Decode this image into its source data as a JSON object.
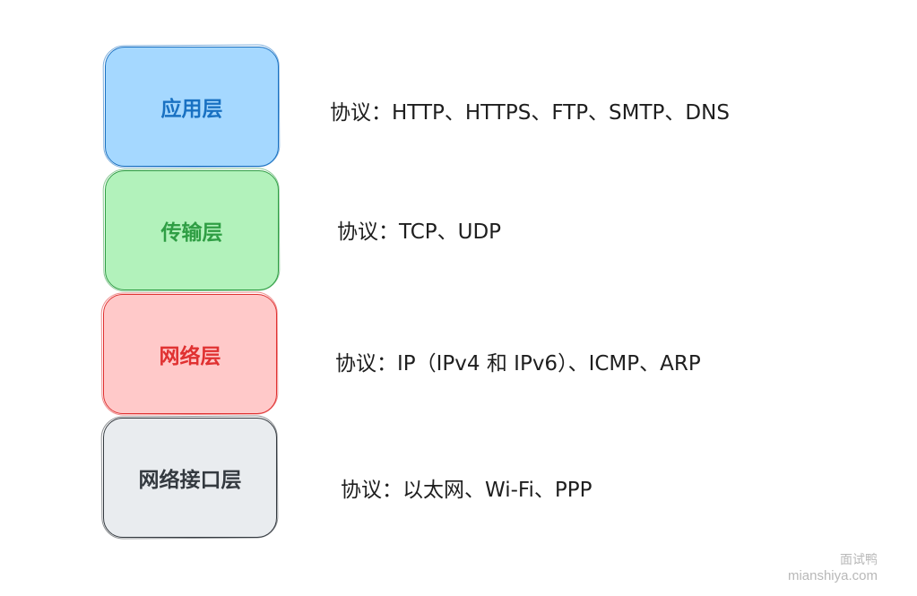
{
  "layers": [
    {
      "id": "app",
      "label": "应用层",
      "protocols": "协议：HTTP、HTTPS、FTP、SMTP、DNS",
      "fill": "#a5d8ff",
      "stroke": "#1971c2"
    },
    {
      "id": "transport",
      "label": "传输层",
      "protocols": "协议：TCP、UDP",
      "fill": "#b2f2bb",
      "stroke": "#2f9e44"
    },
    {
      "id": "network",
      "label": "网络层",
      "protocols": "协议：IP（IPv4 和 IPv6）、ICMP、ARP",
      "fill": "#ffc9c9",
      "stroke": "#e03131"
    },
    {
      "id": "link",
      "label": "网络接口层",
      "protocols": "协议：以太网、Wi-Fi、PPP",
      "fill": "#e9ecef",
      "stroke": "#343a40"
    }
  ],
  "watermark": {
    "cn": "面试鸭",
    "en": "mianshiya.com"
  }
}
